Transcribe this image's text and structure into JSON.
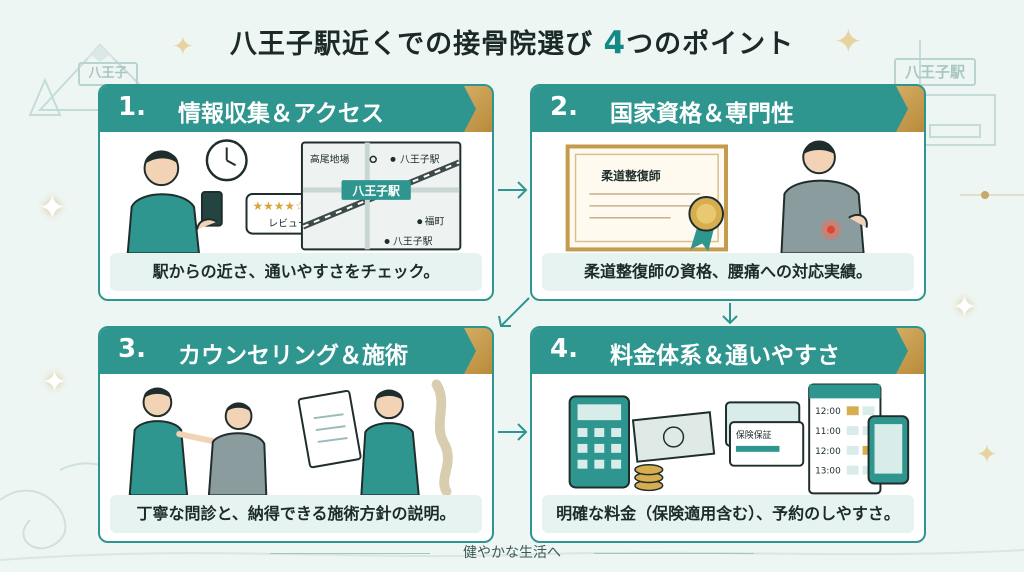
{
  "title": {
    "main": "八王子駅近くでの接骨院選び",
    "number": "4",
    "suffix": "つのポイント"
  },
  "background": {
    "left_sign": "八王子",
    "right_sign": "八王子駅"
  },
  "cards": [
    {
      "num": "1.",
      "title": "情報収集＆アクセス",
      "caption": "駅からの近さ、通いやすさをチェック。",
      "map_labels": {
        "station_main": "八王子駅",
        "place1": "高尾地場",
        "place2": "八王子駅",
        "place3": "福町",
        "place4": "八王子駅"
      },
      "review_label": "レビュー"
    },
    {
      "num": "2.",
      "title": "国家資格＆専門性",
      "caption": "柔道整復師の資格、腰痛への対応実績。",
      "certificate_label": "柔道整復師"
    },
    {
      "num": "3.",
      "title": "カウンセリング＆施術",
      "caption": "丁寧な問診と、納得できる施術方針の説明。"
    },
    {
      "num": "4.",
      "title": "料金体系＆通いやすさ",
      "caption": "明確な料金（保険適用含む）、予約のしやすさ。",
      "insurance_label": "保険保証",
      "schedule_times": [
        "12:00",
        "11:00",
        "12:00",
        "13:00"
      ]
    }
  ],
  "footer": "健やかな生活へ",
  "colors": {
    "teal": "#2f968f",
    "gold": "#c99a45",
    "bg": "#eef6f4"
  }
}
